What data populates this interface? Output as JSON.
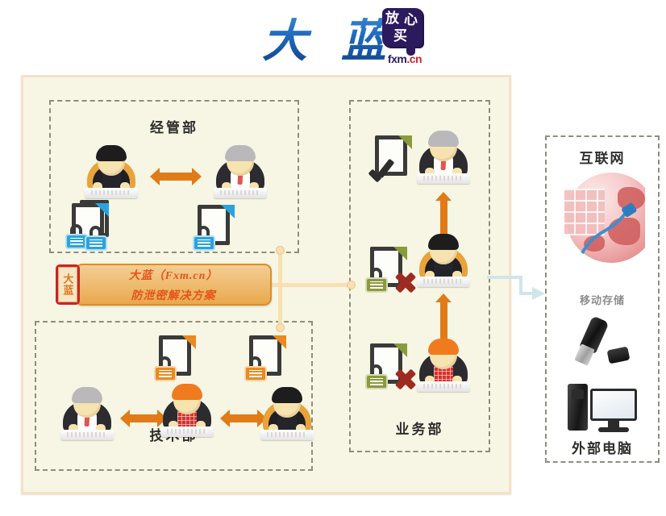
{
  "title": {
    "brand_text": "大 蓝",
    "logo": {
      "char1": "放",
      "char2": "心",
      "char3": "买",
      "domain_main": "fxm",
      "domain_dot": ".",
      "domain_tld": "cn"
    }
  },
  "enterprise": {
    "departments": [
      {
        "id": "management",
        "label": "经管部",
        "people": [
          {
            "name": "manager-dark-suit",
            "hair": "#1d1d1d",
            "chair": "#e8a33a",
            "body": "#1f1f24",
            "shirt": "#24242b",
            "neckwear": "bow"
          },
          {
            "name": "manager-gray-hair",
            "hair": "#b9b9bc",
            "chair": "#2b2b30",
            "body": "#2b2b30",
            "shirt": "#ffffff",
            "neckwear": "tie"
          }
        ],
        "documents": [
          {
            "name": "stacked-locked-documents",
            "lock_color": "#29a4dd",
            "state": "locked"
          },
          {
            "name": "locked-document",
            "lock_color": "#29a4dd",
            "state": "locked"
          }
        ]
      },
      {
        "id": "tech",
        "label": "技术部",
        "people": [
          {
            "name": "engineer-gray-hair",
            "hair": "#b9b9bc",
            "chair": "#2b2b30",
            "body": "#2b2b30",
            "shirt": "#ffffff",
            "neckwear": "tie"
          },
          {
            "name": "engineer-red-plaid",
            "hair": "#f07a1e",
            "chair": "#2b2b30",
            "body": "#2b2b30",
            "shirt": "#d8302c",
            "neckwear": "none"
          },
          {
            "name": "engineer-dark-suit",
            "hair": "#1d1d1d",
            "chair": "#e8a33a",
            "body": "#1f1f24",
            "shirt": "#24242b",
            "neckwear": "bow"
          }
        ],
        "documents": [
          {
            "name": "locked-document",
            "lock_color": "#ea8a1f",
            "state": "locked"
          },
          {
            "name": "locked-document",
            "lock_color": "#ea8a1f",
            "state": "locked"
          }
        ]
      },
      {
        "id": "business",
        "label": "业务部",
        "people": [
          {
            "name": "sales-gray-hair",
            "hair": "#b9b9bc",
            "chair": "#2b2b30",
            "body": "#2b2b30",
            "shirt": "#ffffff",
            "neckwear": "tie"
          },
          {
            "name": "sales-dark-suit",
            "hair": "#1d1d1d",
            "chair": "#e8a33a",
            "body": "#1f1f24",
            "shirt": "#24242b",
            "neckwear": "bow"
          },
          {
            "name": "sales-red-plaid",
            "hair": "#f07a1e",
            "chair": "#2b2b30",
            "body": "#2b2b30",
            "shirt": "#d8302c",
            "neckwear": "none"
          }
        ],
        "documents": [
          {
            "name": "approved-document",
            "state": "approved"
          },
          {
            "name": "blocked-document",
            "state": "blocked"
          },
          {
            "name": "blocked-document",
            "state": "blocked"
          }
        ]
      }
    ],
    "solution": {
      "badge_text": "大蓝",
      "line1": "大蓝（Fxm.cn）",
      "line2": "防泄密解决方案",
      "text_color": "#e4541a",
      "box_color": "#eeba6e",
      "badge_color": "#c8232c"
    }
  },
  "external": {
    "internet_label": "互联网",
    "storage_label": "移动存储",
    "computer_label": "外部电脑",
    "arrow_color": "#bfdfe3"
  },
  "colors": {
    "panel_background": "#f7f6e4",
    "panel_border": "#f6e2c8",
    "dashed_border": "#8e8e7e",
    "arrow_orange": "#e07b18",
    "connector": "#fadfb4",
    "brand_blue": "#1a5fb4"
  }
}
